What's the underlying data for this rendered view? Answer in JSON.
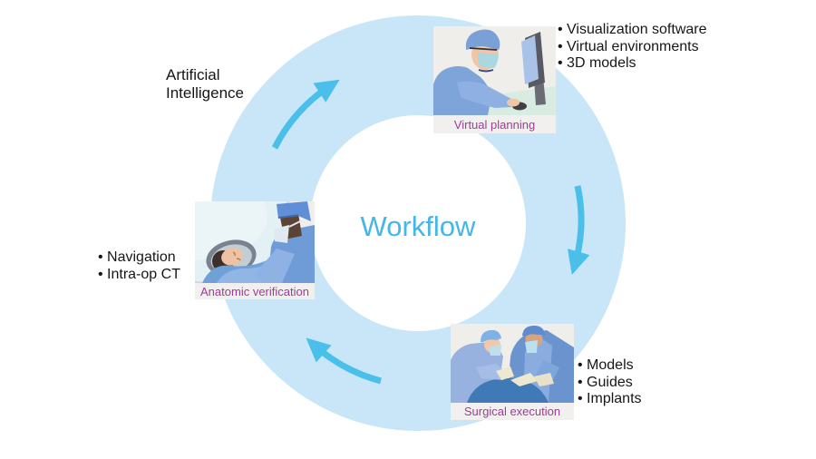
{
  "center_label": "Workflow",
  "ai_label": {
    "line1": "Artificial",
    "line2": "Intelligence"
  },
  "colors": {
    "ring": "#C8E6F7",
    "arrow": "#49BFE9",
    "center_text": "#44B6E8",
    "stage_label_text": "#9C3D96",
    "body_text": "#161616",
    "card_background": "#F2F0EE"
  },
  "stages": [
    {
      "id": "virtual-planning",
      "label": "Virtual planning",
      "illustration": "surgeon-at-computer",
      "bullets": [
        "Visualization software",
        "Virtual environments",
        "3D models"
      ]
    },
    {
      "id": "surgical-execution",
      "label": "Surgical execution",
      "illustration": "surgeons-operating",
      "bullets": [
        "Models",
        "Guides",
        "Implants"
      ]
    },
    {
      "id": "anatomic-verification",
      "label": "Anatomic verification",
      "illustration": "ct-scanner-with-patient",
      "bullets": [
        "Navigation",
        "Intra-op CT"
      ]
    }
  ]
}
